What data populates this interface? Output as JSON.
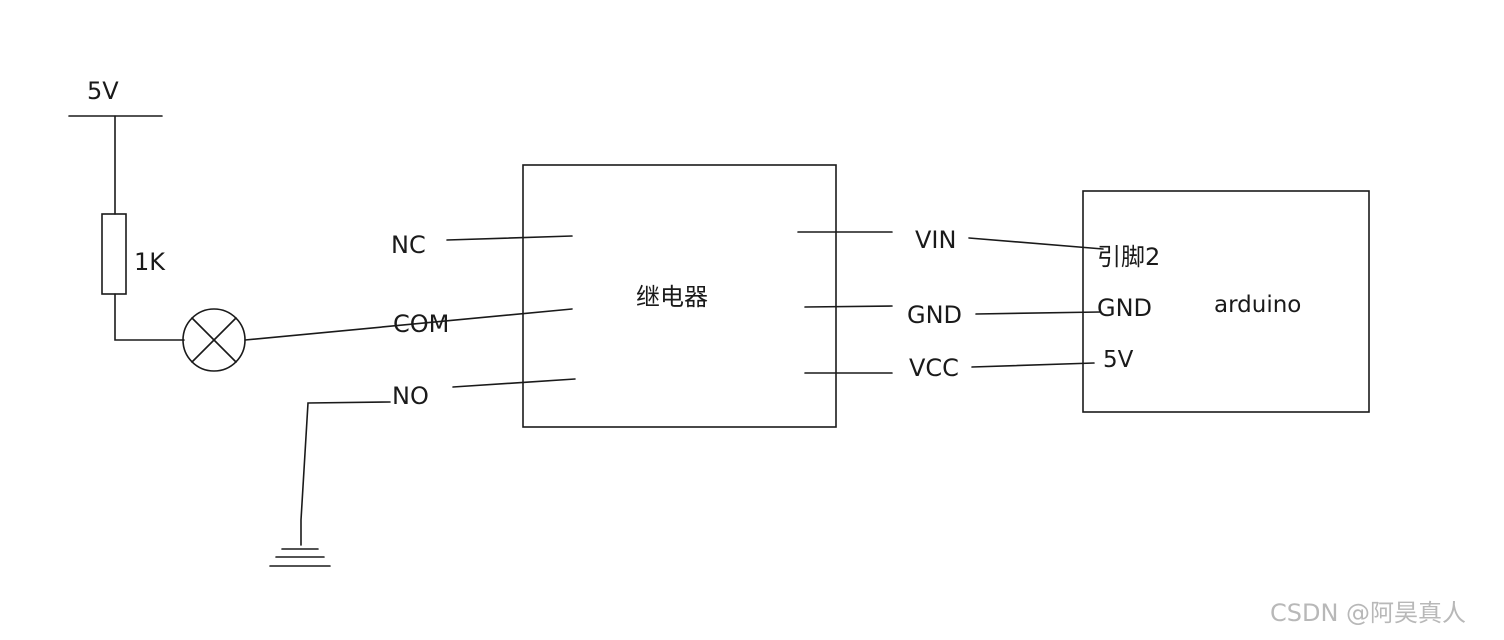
{
  "supply": {
    "label": "5V"
  },
  "resistor": {
    "label": "1K"
  },
  "relay": {
    "title": "继电器",
    "left_pins": [
      "NC",
      "COM",
      "NO"
    ],
    "right_pins": [
      "VIN",
      "GND",
      "VCC"
    ]
  },
  "arduino": {
    "title": "arduino",
    "pins": [
      "引脚2",
      "GND",
      "5V"
    ]
  },
  "watermark": "CSDN @阿昊真人"
}
